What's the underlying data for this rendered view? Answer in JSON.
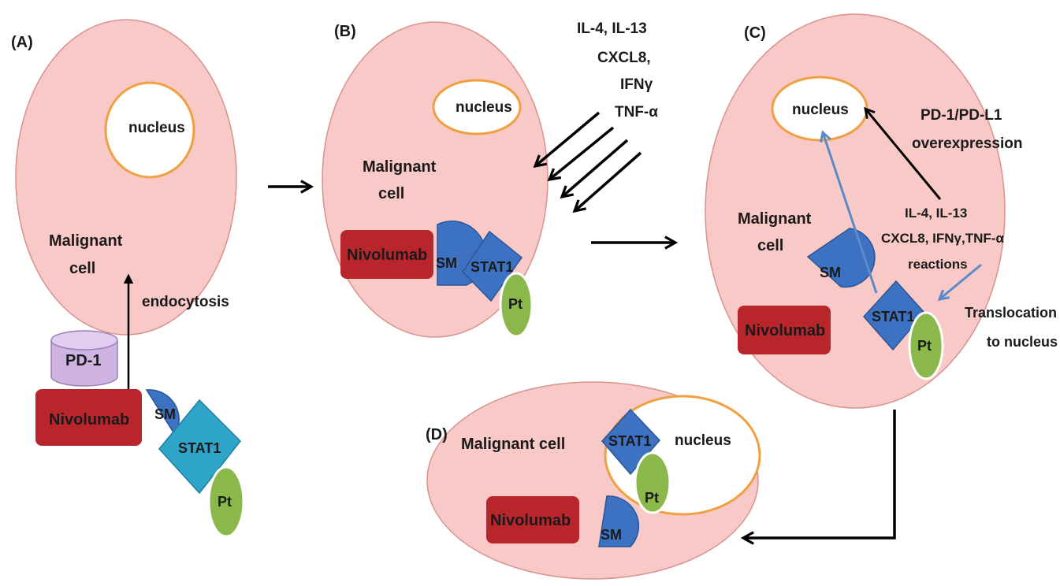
{
  "colors": {
    "cell_fill": "#f8c9c6",
    "cell_stroke": "#d7938e",
    "nucleus_stroke": "#f0a040",
    "nivolumab": "#b8262b",
    "sm": "#3d72c2",
    "stat1_blue": "#3d72c2",
    "stat1_teal": "#2ea4c9",
    "pt": "#8bb84a",
    "pd1": "#cfb3e3",
    "arrow_black": "#000000",
    "arrow_blue": "#5b8ac8"
  },
  "panel_a": {
    "letter": "(A)",
    "nucleus": "nucleus",
    "cell_label_1": "Malignant",
    "cell_label_2": "cell",
    "endocytosis": "endocytosis",
    "pd1": "PD-1",
    "nivolumab": "Nivolumab",
    "sm": "SM",
    "stat1": "STAT1",
    "pt": "Pt"
  },
  "panel_b": {
    "letter": "(B)",
    "nucleus": "nucleus",
    "cell_label_1": "Malignant",
    "cell_label_2": "cell",
    "nivolumab": "Nivolumab",
    "sm": "SM",
    "stat1": "STAT1",
    "pt": "Pt",
    "cytokines": [
      "IL-4, IL-13",
      "CXCL8,",
      "IFNγ",
      "TNF-α"
    ]
  },
  "panel_c": {
    "letter": "(C)",
    "nucleus": "nucleus",
    "overexpression_1": "PD-1/PD-L1",
    "overexpression_2": "overexpression",
    "cell_label_1": "Malignant",
    "cell_label_2": "cell",
    "sm": "SM",
    "reactions_1": "IL-4, IL-13",
    "reactions_2": "CXCL8, IFNγ,TNF-α",
    "reactions_3": "reactions",
    "nivolumab": "Nivolumab",
    "stat1": "STAT1",
    "pt": "Pt",
    "translocation_1": "Translocation",
    "translocation_2": "to nucleus"
  },
  "panel_d": {
    "letter": "(D)",
    "cell_label": "Malignant cell",
    "stat1": "STAT1",
    "pt": "Pt",
    "nucleus": "nucleus",
    "nivolumab": "Nivolumab",
    "sm": "SM"
  }
}
